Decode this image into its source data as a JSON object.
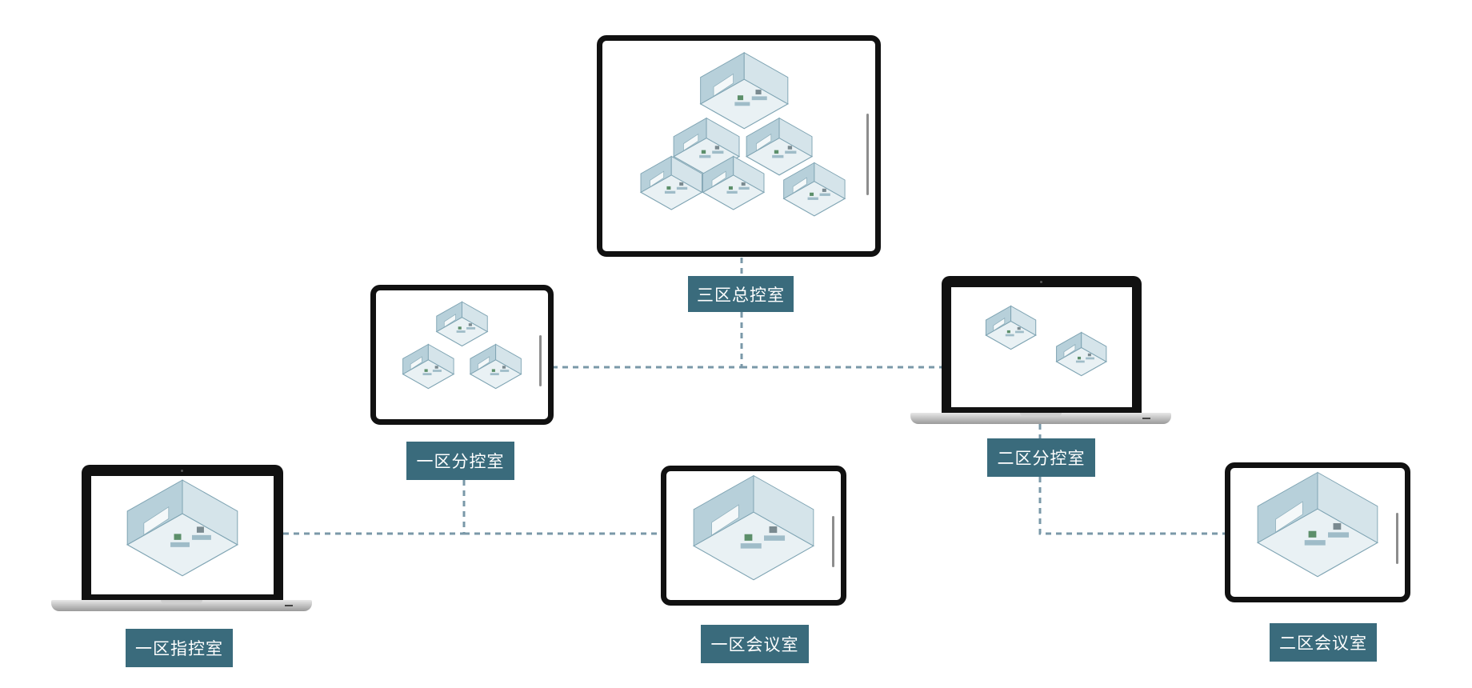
{
  "diagram": {
    "link_color": "#7a98a8",
    "label_bg": "#3a6b7c",
    "nodes": {
      "hq": {
        "label": "三区总控室",
        "device": "tablet-icon",
        "rooms": 6
      },
      "zone1_sub": {
        "label": "一区分控室",
        "device": "tablet-icon",
        "rooms": 3
      },
      "zone2_sub": {
        "label": "二区分控室",
        "device": "laptop-icon",
        "rooms": 2
      },
      "zone1_cmd": {
        "label": "一区指控室",
        "device": "laptop-icon",
        "rooms": 1
      },
      "zone1_meeting": {
        "label": "一区会议室",
        "device": "tablet-icon",
        "rooms": 1
      },
      "zone2_meeting": {
        "label": "二区会议室",
        "device": "tablet-icon",
        "rooms": 1
      }
    },
    "links": [
      [
        "hq",
        "zone1_sub"
      ],
      [
        "hq",
        "zone2_sub"
      ],
      [
        "zone1_sub",
        "zone1_cmd"
      ],
      [
        "zone1_sub",
        "zone1_meeting"
      ],
      [
        "zone2_sub",
        "zone2_meeting"
      ]
    ]
  }
}
